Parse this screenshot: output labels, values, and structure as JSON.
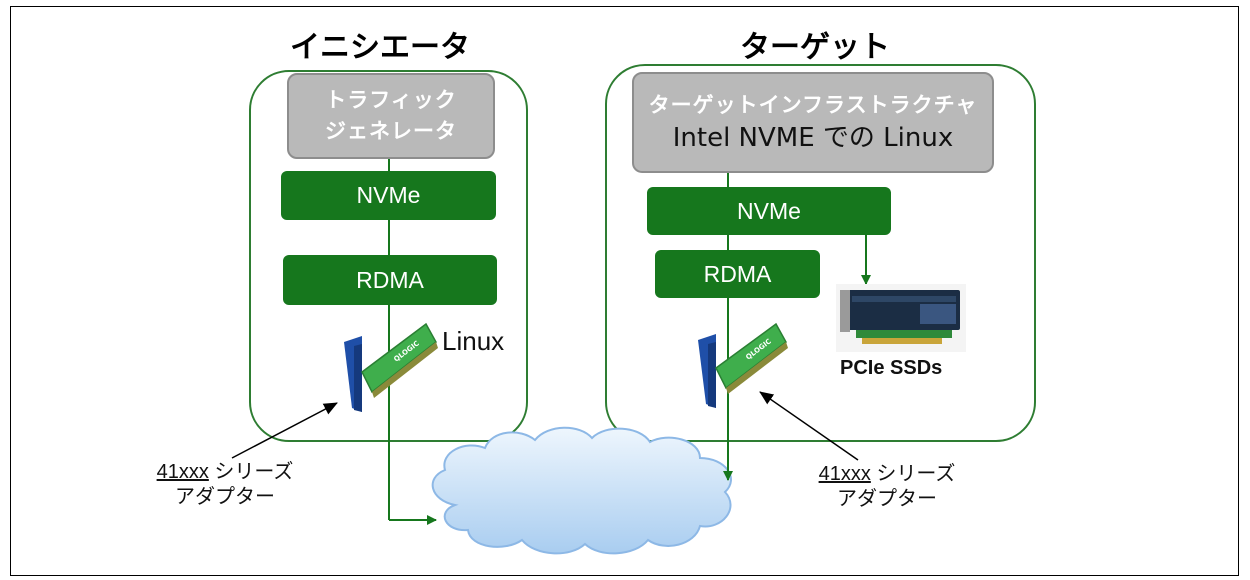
{
  "initiator": {
    "title": "イニシエータ",
    "traffic_line1": "トラフィック",
    "traffic_line2": "ジェネレータ",
    "nvme": "NVMe",
    "rdma": "RDMA",
    "os_label": "Linux",
    "callout_model": "41xxx",
    "callout_suffix": " シリーズ",
    "callout_line2": "アダプター"
  },
  "target": {
    "title": "ターゲット",
    "infra_line1": "ターゲットインフラストラクチャ",
    "infra_line2": "Intel NVME での Linux",
    "nvme": "NVMe",
    "rdma": "RDMA",
    "ssd_label": "PCIe SSDs",
    "callout_model": "41xxx",
    "callout_suffix": " シリーズ",
    "callout_line2": "アダプター"
  },
  "adapter_brand": "QLOGIC",
  "colors": {
    "panel_border": "#2e7d32",
    "box_green": "#16771d",
    "box_gray": "#b9b9b9",
    "adapter_blue": "#1f4fa8",
    "adapter_green": "#3fae4c",
    "cloud_fill": "#cfe4f7"
  }
}
